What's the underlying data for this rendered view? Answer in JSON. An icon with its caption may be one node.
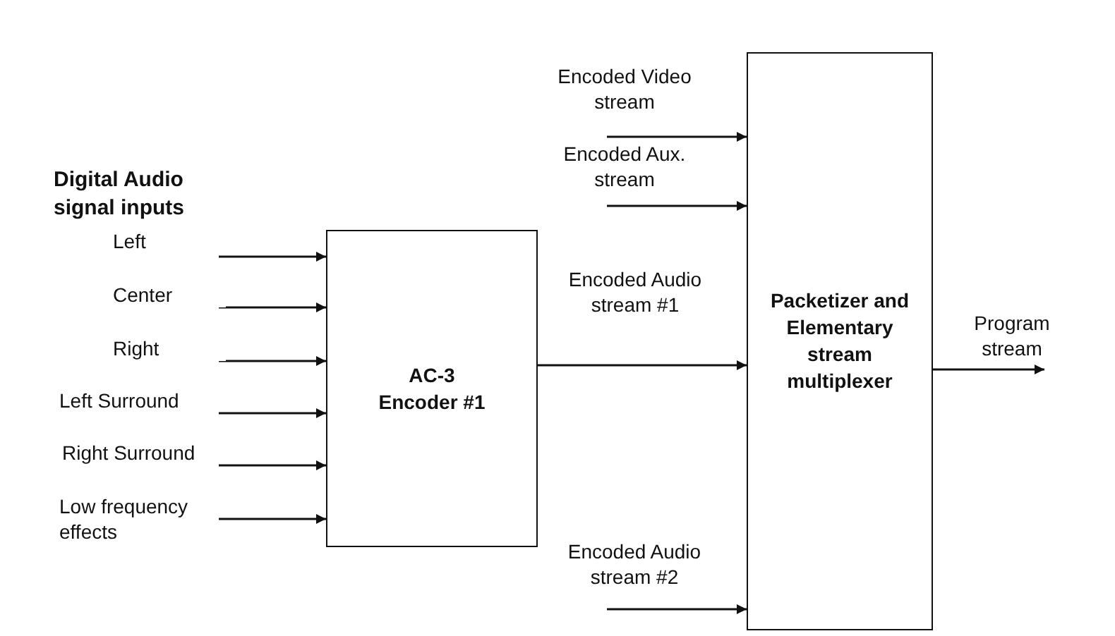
{
  "diagram": {
    "nodes": [
      {
        "text": [
          "AC-3 Encoder #1"
        ]
      },
      {
        "text": [
          "Packetizer and Elementary stream multiplexer"
        ]
      }
    ],
    "edges": [
      {
        "from": null,
        "to": 0,
        "arrow": "to",
        "label": "Left"
      },
      {
        "from": null,
        "to": 0,
        "arrow": "to",
        "label": "Center"
      },
      {
        "from": null,
        "to": 0,
        "arrow": "to",
        "label": "Right"
      },
      {
        "from": null,
        "to": 0,
        "arrow": "to",
        "label": "Left Surround"
      },
      {
        "from": null,
        "to": 0,
        "arrow": "to",
        "label": "Right Surround"
      },
      {
        "from": null,
        "to": 0,
        "arrow": "to",
        "label": "Low frequency effects"
      },
      {
        "from": null,
        "to": 1,
        "arrow": "to",
        "label": "Encoded Video stream"
      },
      {
        "from": null,
        "to": 1,
        "arrow": "to",
        "label": "Encoded Aux. stream"
      },
      {
        "from": 0,
        "to": 1,
        "arrow": "to",
        "label": "Encoded Audio stream #1"
      },
      {
        "from": null,
        "to": 1,
        "arrow": "to",
        "label": "Encoded Audio stream #2"
      },
      {
        "from": 1,
        "to": null,
        "arrow": "to",
        "label": "Program stream"
      }
    ],
    "labels": [
      "Digital Audio signal inputs"
    ]
  }
}
